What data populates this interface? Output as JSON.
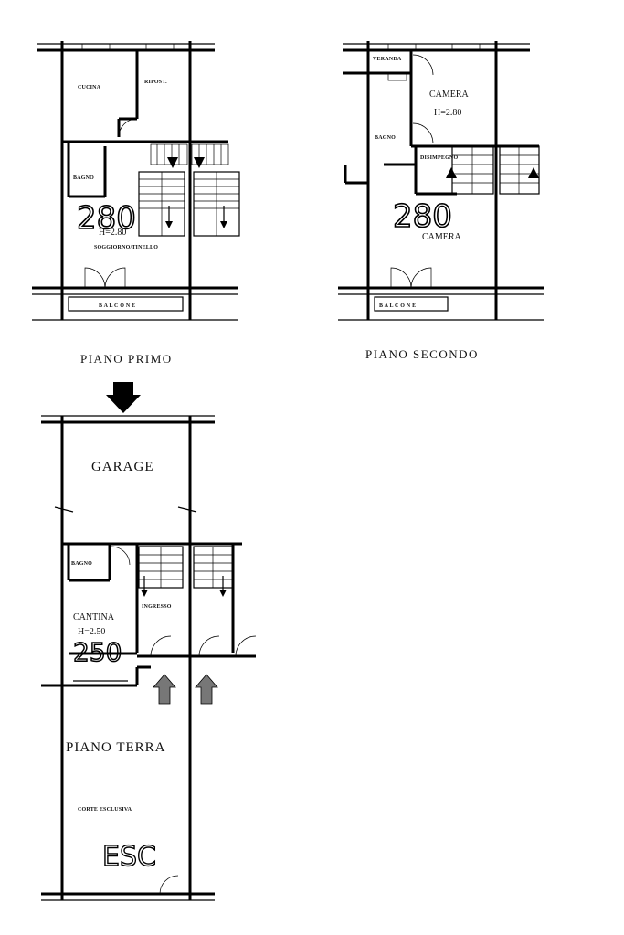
{
  "plans": {
    "primo": {
      "title": "PIANO PRIMO",
      "rooms": {
        "cucina": "CUCINA",
        "ripost": "RIPOST.",
        "bagno": "BAGNO",
        "soggiorno": "SOGGIORNO/TINELLO",
        "balcone": "B A L C O N E"
      },
      "height_label": "H=2.80",
      "handwritten": "280"
    },
    "secondo": {
      "title": "PIANO SECONDO",
      "rooms": {
        "veranda": "VERANDA",
        "camera_top": "CAMERA",
        "bagno": "BAGNO",
        "disimpegno": "DISIMPEGNO",
        "camera_bottom": "CAMERA",
        "balcone": "B A L C O N E"
      },
      "height_label": "H=2.80",
      "handwritten": "280"
    },
    "terra": {
      "title": "PIANO TERRA",
      "rooms": {
        "garage": "GARAGE",
        "bagno": "BAGNO",
        "cantina": "CANTINA",
        "ingresso": "INGRESSO",
        "corte": "CORTE ESCLUSIVA"
      },
      "height_label": "H=2.50",
      "handwritten": "250",
      "handwritten_corte": "ESC"
    }
  }
}
